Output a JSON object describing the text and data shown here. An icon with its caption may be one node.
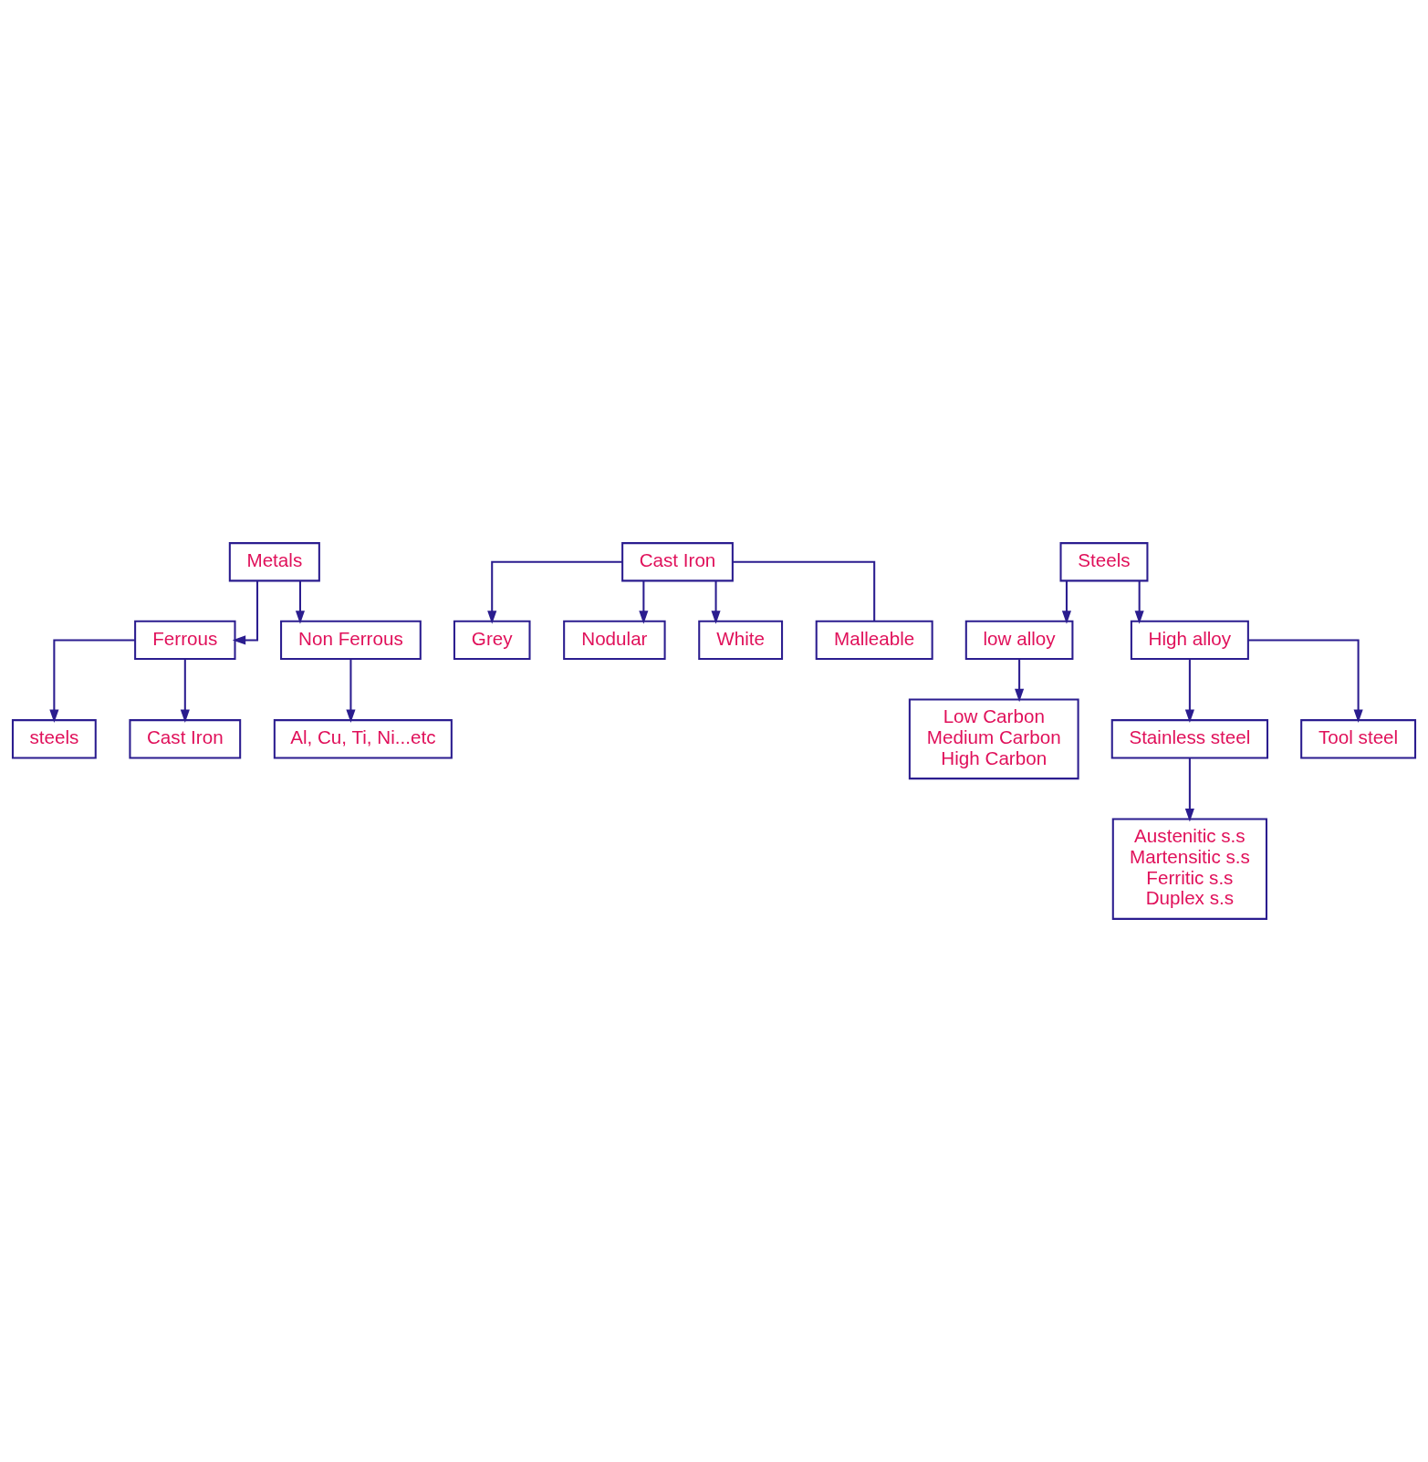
{
  "diagram": {
    "nodes": [
      {
        "text": [
          "Metals"
        ]
      },
      {
        "text": [
          "Ferrous"
        ]
      },
      {
        "text": [
          "Non Ferrous"
        ]
      },
      {
        "text": [
          "steels"
        ]
      },
      {
        "text": [
          "Cast Iron"
        ]
      },
      {
        "text": [
          "Al, Cu, Ti, Ni...etc"
        ]
      },
      {
        "text": [
          "Cast Iron"
        ]
      },
      {
        "text": [
          "Grey"
        ]
      },
      {
        "text": [
          "Nodular"
        ]
      },
      {
        "text": [
          "White"
        ]
      },
      {
        "text": [
          "Malleable"
        ]
      },
      {
        "text": [
          "Steels"
        ]
      },
      {
        "text": [
          "low alloy"
        ]
      },
      {
        "text": [
          "High alloy"
        ]
      },
      {
        "text": [
          "Low Carbon",
          "Medium Carbon",
          "High Carbon"
        ]
      },
      {
        "text": [
          "Stainless steel"
        ]
      },
      {
        "text": [
          "Tool steel"
        ]
      },
      {
        "text": [
          "Austenitic s.s",
          "Martensitic s.s",
          "Ferritic s.s",
          "Duplex s.s"
        ]
      }
    ],
    "edges": [
      {
        "from": 0,
        "to": 1,
        "arrow": "to"
      },
      {
        "from": 0,
        "to": 2,
        "arrow": "to"
      },
      {
        "from": 1,
        "to": 3,
        "arrow": "to"
      },
      {
        "from": 1,
        "to": 4,
        "arrow": "to"
      },
      {
        "from": 2,
        "to": 5,
        "arrow": "to"
      },
      {
        "from": 6,
        "to": 7,
        "arrow": "to"
      },
      {
        "from": 6,
        "to": 8,
        "arrow": "to"
      },
      {
        "from": 6,
        "to": 9,
        "arrow": "to"
      },
      {
        "from": 6,
        "to": 10,
        "arrow": "none"
      },
      {
        "from": 11,
        "to": 12,
        "arrow": "to"
      },
      {
        "from": 11,
        "to": 13,
        "arrow": "to"
      },
      {
        "from": 12,
        "to": 14,
        "arrow": "to"
      },
      {
        "from": 13,
        "to": 15,
        "arrow": "to"
      },
      {
        "from": 13,
        "to": 16,
        "arrow": "to"
      },
      {
        "from": 15,
        "to": 17,
        "arrow": "to"
      }
    ]
  }
}
